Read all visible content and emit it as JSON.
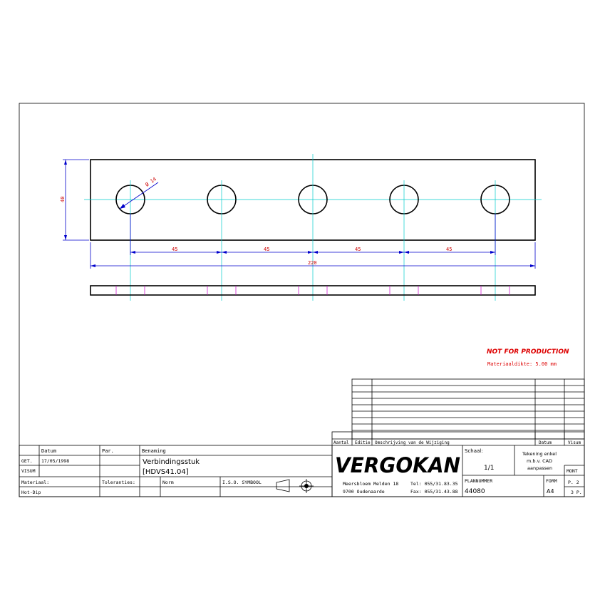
{
  "drawing": {
    "holes": 5,
    "hole_diameter_label": "Ø 14",
    "dim_height": "40",
    "dim_spacing": [
      "45",
      "45",
      "45",
      "45"
    ],
    "dim_total": "220"
  },
  "notes": {
    "not_for_production": "NOT FOR PRODUCTION",
    "material_thickness": "Materiaaldikte: 5.00 mm"
  },
  "revision_table": {
    "headers": {
      "aantal": "Aantal",
      "editie": "Editie",
      "omschrijving": "Omschrijving van de Wijziging",
      "datum": "Datum",
      "visum": "Visum"
    }
  },
  "title_block": {
    "datum_label": "Datum",
    "par_label": "Par.",
    "benaming_label": "Benaming",
    "get_label": "GET.",
    "get_date": "17/05/1998",
    "visum_label": "VISUM",
    "benaming_line1": "Verbindingsstuk",
    "benaming_line2": "[HDVS41.04]",
    "materiaal_label": "Materiaal:",
    "toleranties_label": "Toleranties:",
    "norm_label": "Norm",
    "iso_label": "I.S.O. SYMBOOL",
    "finish_value": "Hot-Dip",
    "company": "VERGOKAN",
    "address_line1": "Meersbloem Melden 18",
    "address_line2": "9700 Oudenaarde",
    "tel": "Tel: 055/31.83.35",
    "fax": "Fax: 055/31.43.88",
    "schaal_label": "Schaal:",
    "schaal_value": "1/1",
    "note_line1": "Tekening enkel",
    "note_line2": "m.b.v. CAD",
    "note_line3": "aanpassen",
    "plannummer_label": "PLANNUMMER",
    "plannummer_value": "44080",
    "form_label": "FORM",
    "form_value": "A4",
    "mont_label": "MONT",
    "page_p": "P. 2",
    "page_total": "3 P."
  }
}
